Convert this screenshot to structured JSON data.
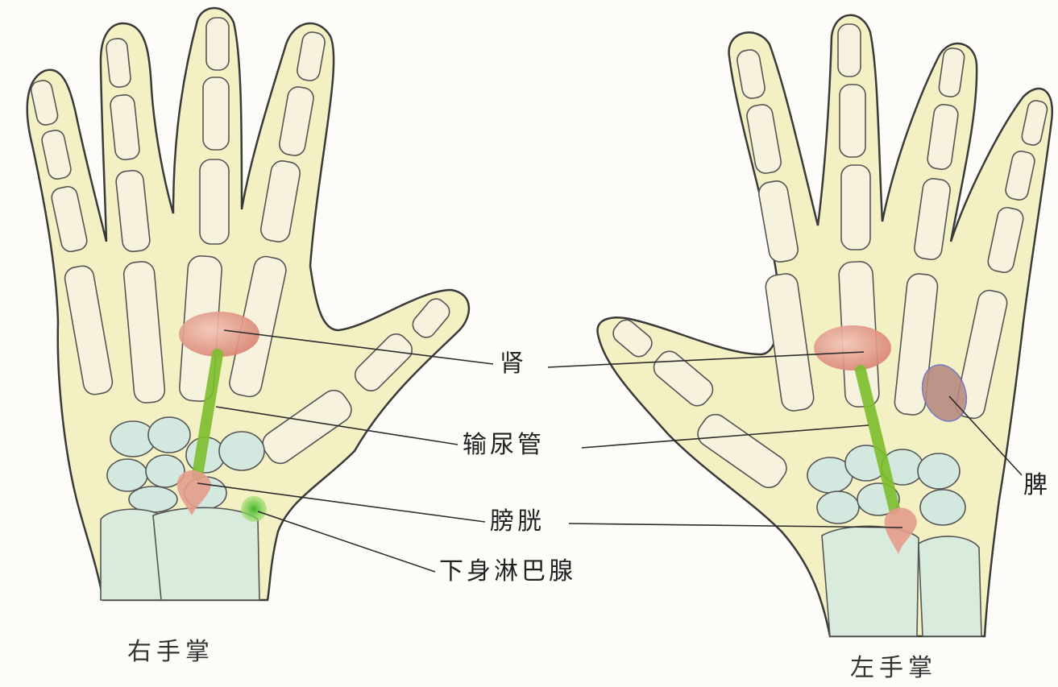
{
  "labels": {
    "kidney": "肾",
    "ureter": "输尿管",
    "bladder": "膀胱",
    "lymph": "下身淋巴腺",
    "spleen": "脾"
  },
  "captions": {
    "right_palm": "右手掌",
    "left_palm": "左手掌"
  },
  "colors": {
    "skin": "#f3f1c4",
    "bone": "#f6f2dd",
    "carpal": "#d3e8de",
    "kidney": "#e49c8c",
    "ureter": "#7dbe2c",
    "lymph": "#5ec42a",
    "spleen": "#b88a82",
    "outline": "#3a3a3a"
  }
}
